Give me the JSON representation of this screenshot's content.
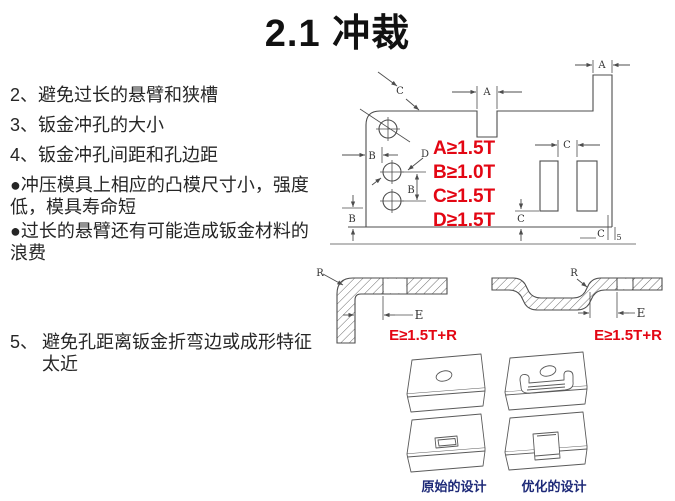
{
  "page": {
    "title": "2.1 冲裁"
  },
  "notes": {
    "item2": "2、避免过长的悬臂和狭槽",
    "item3": "3、钣金冲孔的大小",
    "item4": "4、钣金冲孔间距和孔边距",
    "bullet1": "●冲压模具上相应的凸模尺寸小，强度低，模具寿命短",
    "bullet2": "●过长的悬臂还有可能造成钣金材料的浪费",
    "item5_num": "5、",
    "item5_text": "避免孔距离钣金折弯边或成形特征太近"
  },
  "specs": {
    "a": "A≥1.5T",
    "b": "B≥1.0T",
    "c": "C≥1.5T",
    "d": "D≥1.5T"
  },
  "bend_rules": {
    "left": "E≥1.5T+R",
    "right": "E≥1.5T+R"
  },
  "dims": {
    "A": "A",
    "B": "B",
    "C": "C",
    "D": "D",
    "E": "E",
    "R": "R",
    "n5": "5"
  },
  "captions": {
    "original": "原始的设计",
    "optimized": "优化的设计"
  },
  "colors": {
    "accent_red": "#e30613",
    "caption_blue": "#1e2a78"
  }
}
